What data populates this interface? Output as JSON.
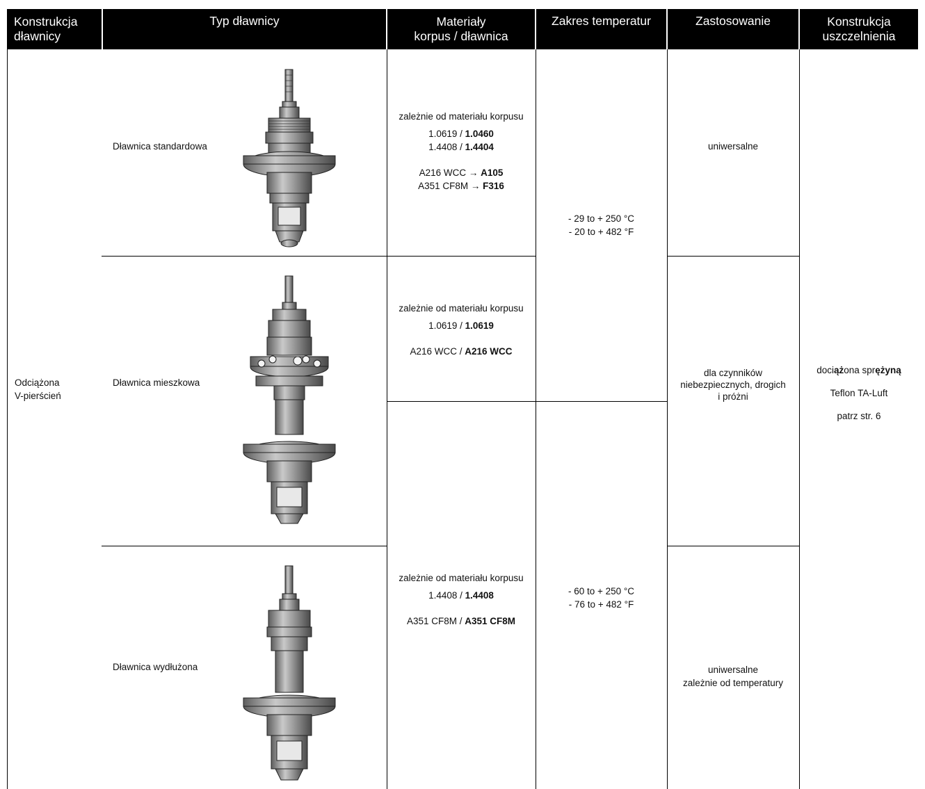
{
  "header": {
    "col1": [
      "Konstrukcja",
      "dławnicy"
    ],
    "col2": "Typ dławnicy",
    "col3": [
      "Materiały",
      "korpus / dławnica"
    ],
    "col4": "Zakres temperatur",
    "col5": "Zastosowanie",
    "col6": [
      "Konstrukcja",
      "uszczelnienia"
    ]
  },
  "design": [
    "Odciążona",
    "V-pierścień"
  ],
  "types": [
    {
      "label": "Dławnica standardowa",
      "image": "gland-standard-drawing"
    },
    {
      "label": "Dławnica mieszkowa",
      "image": "gland-bellows-drawing"
    },
    {
      "label": "Dławnica wydłużona",
      "image": "gland-extended-drawing"
    }
  ],
  "materials": {
    "standard": {
      "heading": "zależnie od materiału korpusu",
      "l1a": "1.0619 / ",
      "l1b": "1.0460",
      "l2a": "1.4408 / ",
      "l2b": "1.4404",
      "l3a": "A216 WCC → ",
      "l3b": "A105",
      "l4a": "A351 CF8M → ",
      "l4b": "F316"
    },
    "bellows": {
      "heading": "zależnie od materiału korpusu",
      "l1a": "1.0619 / ",
      "l1b": "1.0619",
      "l2a": "A216 WCC / ",
      "l2b": "A216 WCC"
    },
    "extended": {
      "heading": "zależnie od materiału korpusu",
      "l1a": "1.4408 / ",
      "l1b": "1.4408",
      "l2a": "A351 CF8M / ",
      "l2b": "A351 CF8M"
    }
  },
  "temperature": {
    "range1": [
      "- 29 to + 250 °C",
      "- 20 to + 482 °F"
    ],
    "range2": [
      "- 60 to + 250 °C",
      "- 76 to + 482 °F"
    ]
  },
  "application": {
    "a1": "uniwersalne",
    "a2": [
      "dla czynników",
      "niebezpiecznych, drogich",
      "i próżni"
    ],
    "a3": [
      "uniwersalne",
      "zależnie od temperatury"
    ]
  },
  "seal": {
    "s1a": "doci",
    "s1b": "ąż",
    "s1c": "ona spr",
    "s1d": "ężyną",
    "s2": "Teflon TA-Luft",
    "s3": "patrz str. 6"
  },
  "colors": {
    "header_bg": "#000000",
    "header_text": "#ffffff",
    "metal": "#8a8a8a"
  }
}
